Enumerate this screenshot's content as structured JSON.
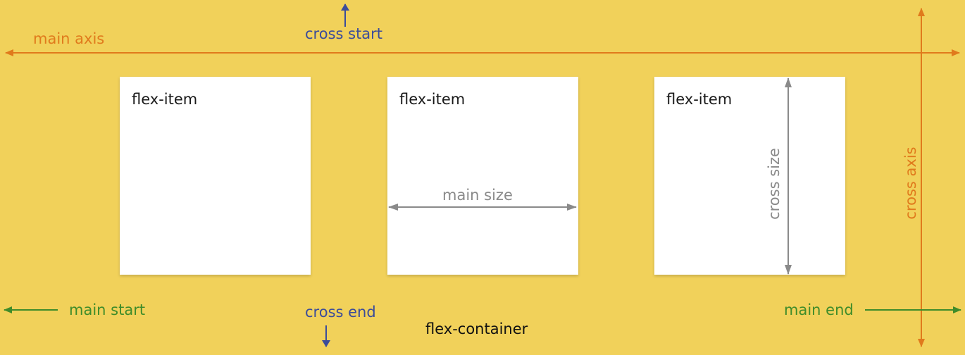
{
  "diagram": {
    "labels": {
      "main_axis": "main axis",
      "cross_start": "cross start",
      "main_start": "main start",
      "cross_end": "cross end",
      "main_end": "main end",
      "flex_container": "flex-container",
      "cross_axis": "cross axis",
      "main_size": "main size",
      "cross_size": "cross size"
    },
    "items": [
      {
        "label": "flex-item"
      },
      {
        "label": "flex-item"
      },
      {
        "label": "flex-item"
      }
    ]
  },
  "colors": {
    "container_background": "#f1d15a",
    "axis": "#e07a1c",
    "cross_start_end": "#3b4c9a",
    "main_start_end": "#3f8c2a",
    "size_arrows": "#8a8a8a",
    "item_background": "#ffffff"
  }
}
